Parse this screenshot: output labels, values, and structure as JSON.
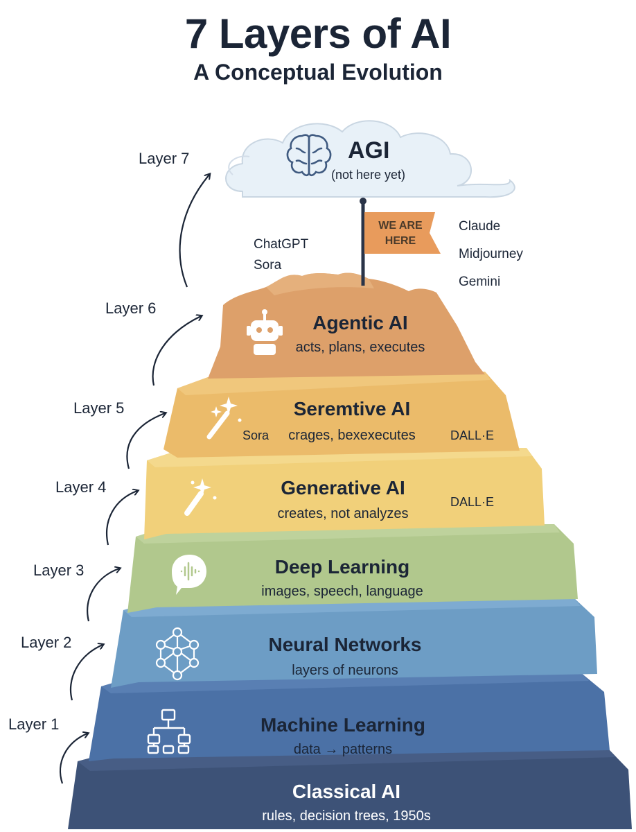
{
  "header": {
    "title": "7 Layers of AI",
    "subtitle": "A Conceptual Evolution"
  },
  "summit": {
    "name": "AGI",
    "note": "(not here yet)",
    "flag": [
      "WE ARE",
      "HERE"
    ],
    "left_models": [
      "ChatGPT",
      "Sora"
    ],
    "right_models": [
      "Claude",
      "Midjourney",
      "Gemini"
    ]
  },
  "layer_labels": [
    "Layer 7",
    "Layer 6",
    "Layer 5",
    "Layer 4",
    "Layer 3",
    "Layer 2",
    "Layer 1"
  ],
  "tiers": [
    {
      "name": "Agentic AI",
      "desc": "acts, plans, executes",
      "icon": "robot-icon",
      "color": "#dea46b"
    },
    {
      "name": "Seremtive AI",
      "desc": "crages, bexexecutes",
      "left_tag": "Sora",
      "right_tag": "DALL·E",
      "icon": "magic-wand-icon",
      "color": "#ecbd6d"
    },
    {
      "name": "Generative AI",
      "desc": "creates, not analyzes",
      "right_tag": "DALL·E",
      "icon": "magic-wand-icon",
      "color": "#f1d27a"
    },
    {
      "name": "Deep Learning",
      "desc": "images, speech, language",
      "icon": "speech-waveform-icon",
      "color": "#b3c98f"
    },
    {
      "name": "Neural Networks",
      "desc": "layers of neurons",
      "icon": "neural-network-icon",
      "color": "#6f9fc6"
    },
    {
      "name": "Machine Learning",
      "desc": "data → patterns",
      "icon": "hierarchy-icon",
      "color": "#4d73a8"
    },
    {
      "name": "Classical AI",
      "desc": "rules, decision trees, 1950s",
      "color": "#3f5479"
    }
  ]
}
